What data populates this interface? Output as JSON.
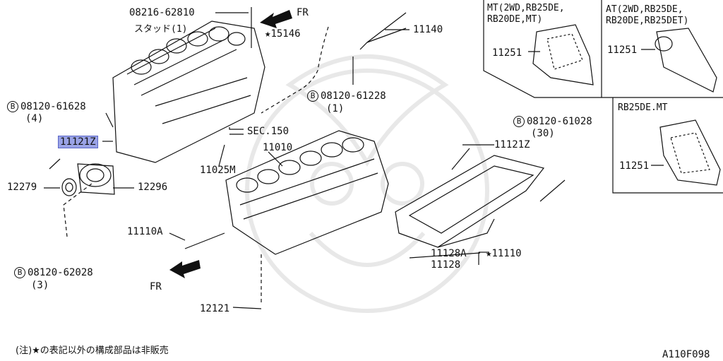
{
  "parts": {
    "stud_number": "08216-62810",
    "stud_name": "スタッド(1)",
    "fr_top": "FR",
    "p15146": "15146",
    "p11140": "11140",
    "bolt_61228": "08120-61228",
    "bolt_61228_qty": "(1)",
    "bolt_61628": "08120-61628",
    "bolt_61628_qty": "(4)",
    "p11121z_left": "11121Z",
    "sec150": "SEC.150",
    "p11010": "11010",
    "p11025m": "11025M",
    "p12279": "12279",
    "p12296": "12296",
    "p11110a": "11110A",
    "bolt_62028": "08120-62028",
    "bolt_62028_qty": "(3)",
    "fr_bottom": "FR",
    "p12121": "12121",
    "bolt_61028": "08120-61028",
    "bolt_61028_qty": "(30)",
    "p11121z_right": "11121Z",
    "p11128a": "11128A",
    "p11110": "11110",
    "p11128": "11128",
    "bolt_marker": "B",
    "star": "★"
  },
  "insets": {
    "mt_title": "MT(2WD,RB25DE,\nRB20DE,MT)",
    "mt_part": "11251",
    "at_title": "AT(2WD,RB25DE,\nRB20DE,RB25DET)",
    "at_part": "11251",
    "rb_title": "RB25DE.MT",
    "rb_part": "11251"
  },
  "footer": {
    "note": "(注)★の表記以外の構成部品は非販売",
    "code": "A110F098"
  },
  "colors": {
    "line": "#111111",
    "highlight": "#9aa3e6",
    "watermark": "#e6e6e6"
  }
}
